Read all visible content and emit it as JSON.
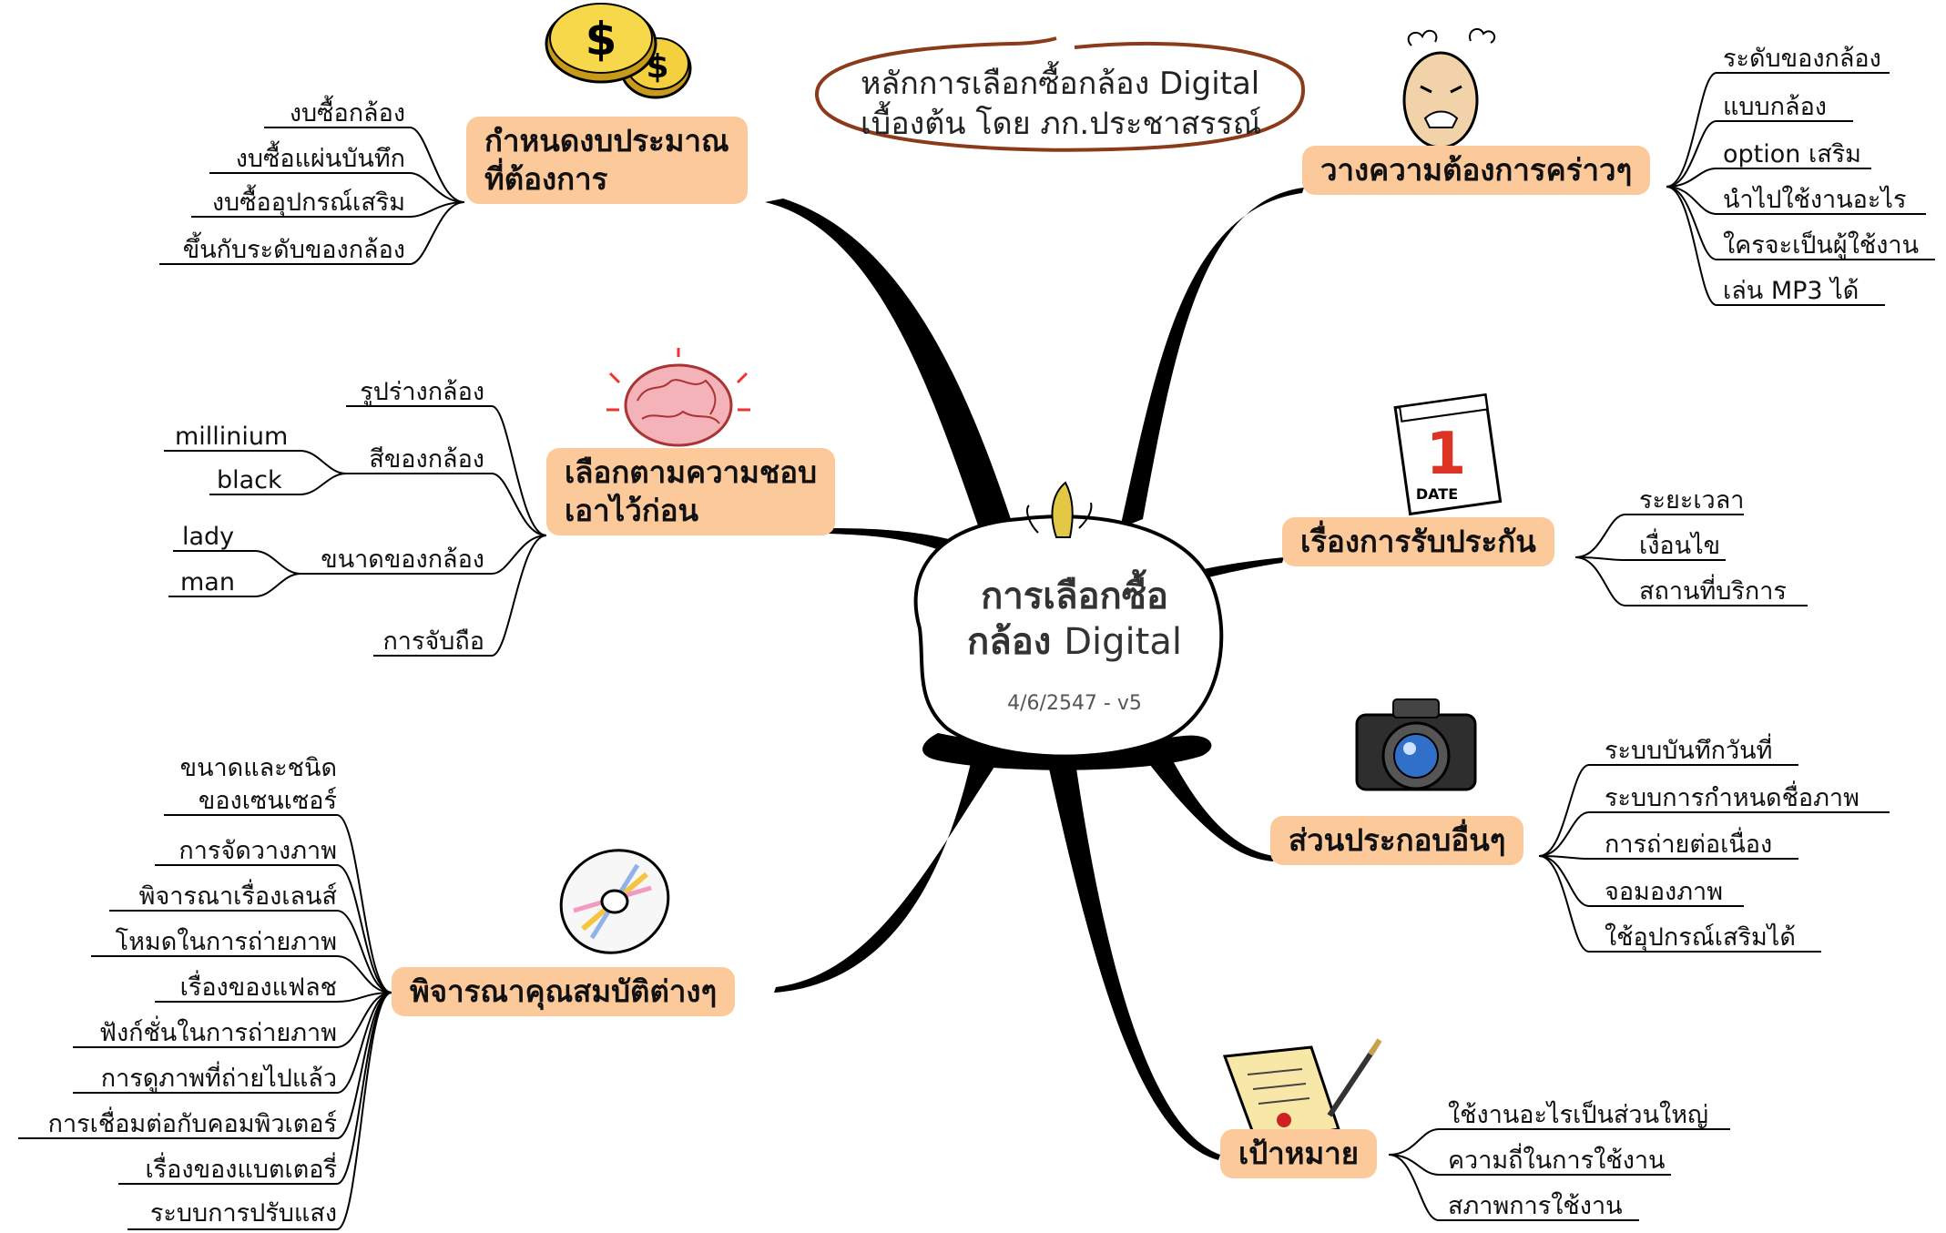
{
  "center": {
    "title_line1": "การเลือกซื้อ",
    "title_line2_th": "กล้อง",
    "title_line2_en": "Digital",
    "date": "4/6/2547 - v5"
  },
  "callout": {
    "line1": "หลักการเลือกซื้อกล้อง Digital",
    "line2": "เบื้องต้น โดย ภก.ประชาสรรณ์"
  },
  "branches": {
    "budget": {
      "line1": "กำหนดงบประมาณ",
      "line2": "ที่ต้องการ",
      "icon": "coins-icon",
      "items": [
        "งบซื้อกล้อง",
        "งบซื้อแผ่นบันทึก",
        "งบซื้ออุปกรณ์เสริม",
        "ขึ้นกับระดับของกล้อง"
      ]
    },
    "preference": {
      "line1": "เลือกตามความชอบ",
      "line2": "เอาไว้ก่อน",
      "icon": "brain-icon",
      "items": [
        {
          "label": "รูปร่างกล้อง"
        },
        {
          "label": "สีของกล้อง",
          "children": [
            "millinium",
            "black"
          ]
        },
        {
          "label": "ขนาดของกล้อง",
          "children": [
            "lady",
            "man"
          ]
        },
        {
          "label": "การจับถือ"
        }
      ]
    },
    "properties": {
      "label": "พิจารณาคุณสมบัติต่างๆ",
      "icon": "cd-icon",
      "items": [
        "ขนาดและชนิด",
        "ของเซนเซอร์",
        "การจัดวางภาพ",
        "พิจารณาเรื่องเลนส์",
        "โหมดในการถ่ายภาพ",
        "เรื่องของแฟลช",
        "ฟังก์ชั่นในการถ่ายภาพ",
        "การดูภาพที่ถ่ายไปแล้ว",
        "การเชื่อมต่อกับคอมพิวเตอร์",
        "เรื่องของแบตเตอรี่",
        "ระบบการปรับแสง"
      ]
    },
    "requirements": {
      "label": "วางความต้องการคร่าวๆ",
      "icon": "frustrated-face-icon",
      "items": [
        "ระดับของกล้อง",
        "แบบกล้อง",
        "option เสริม",
        "นำไปใช้งานอะไร",
        "ใครจะเป็นผู้ใช้งาน",
        "เล่น MP3 ได้"
      ]
    },
    "warranty": {
      "label": "เรื่องการรับประกัน",
      "icon": "calendar-icon",
      "icon_text_number": "1",
      "icon_text_word": "DATE",
      "items": [
        "ระยะเวลา",
        "เงื่อนไข",
        "สถานที่บริการ"
      ]
    },
    "components": {
      "label": "ส่วนประกอบอื่นๆ",
      "icon": "camera-icon",
      "items": [
        "ระบบบันทึกวันที่",
        "ระบบการกำหนดชื่อภาพ",
        "การถ่ายต่อเนื่อง",
        "จอมองภาพ",
        "ใช้อุปกรณ์เสริมได้"
      ]
    },
    "goal": {
      "label": "เป้าหมาย",
      "icon": "contract-pen-icon",
      "items": [
        "ใช้งานอะไรเป็นส่วนใหญ่",
        "ความถี่ในการใช้งาน",
        "สภาพการใช้งาน"
      ]
    }
  },
  "colors": {
    "branch_fill": "#fcc99a",
    "connector": "#000000",
    "callout_border": "#8b3a1a"
  }
}
